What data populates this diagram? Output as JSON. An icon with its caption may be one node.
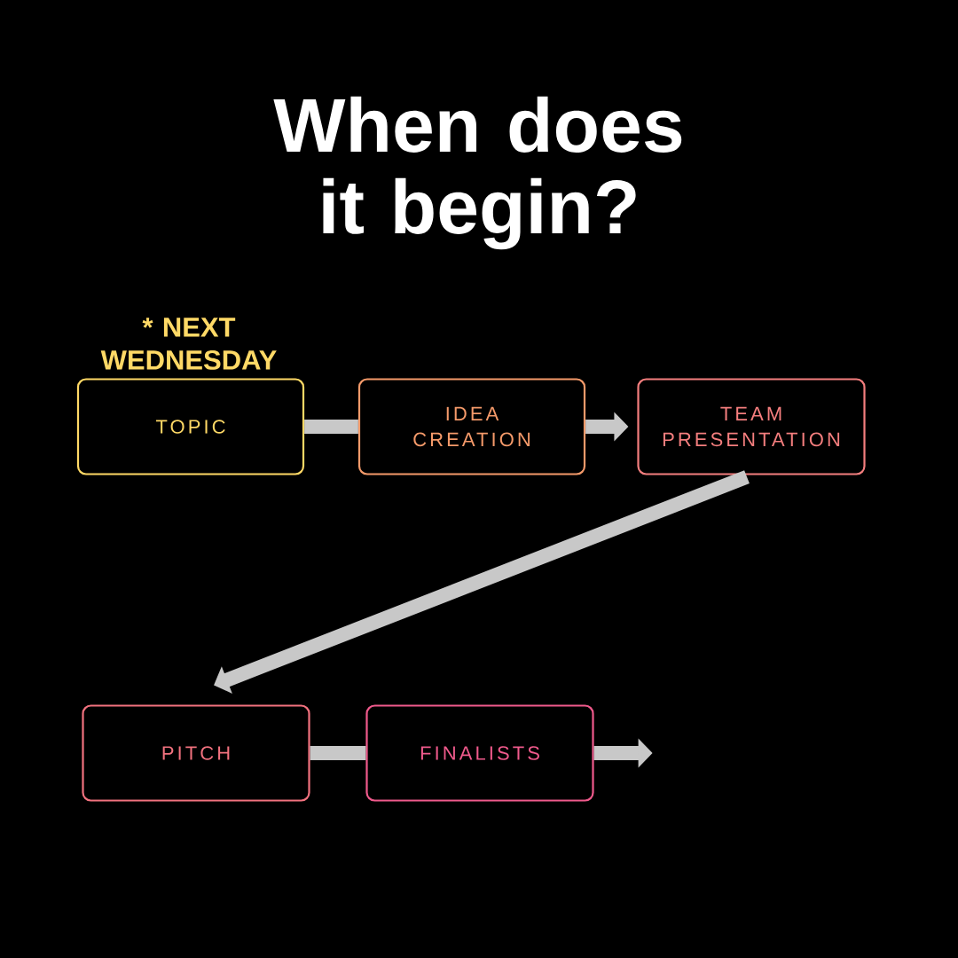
{
  "diagram": {
    "title": "When does it begin?",
    "nodes": [
      {
        "text": [
          "TOPIC"
        ],
        "beside": [
          "* NEXT WEDNESDAY"
        ]
      },
      {
        "text": [
          "IDEA CREATION"
        ]
      },
      {
        "text": [
          "TEAM PRESENTATION"
        ]
      },
      {
        "text": [
          "PITCH"
        ]
      },
      {
        "text": [
          "FINALISTS"
        ]
      }
    ],
    "edges": [
      {
        "from": 0,
        "to": 1,
        "arrow": "none"
      },
      {
        "from": 1,
        "to": 2,
        "arrow": "to"
      },
      {
        "from": 2,
        "to": 3,
        "arrow": "to"
      },
      {
        "from": 3,
        "to": 4,
        "arrow": "none"
      },
      {
        "from": 4,
        "to": null,
        "arrow": "to"
      }
    ]
  }
}
